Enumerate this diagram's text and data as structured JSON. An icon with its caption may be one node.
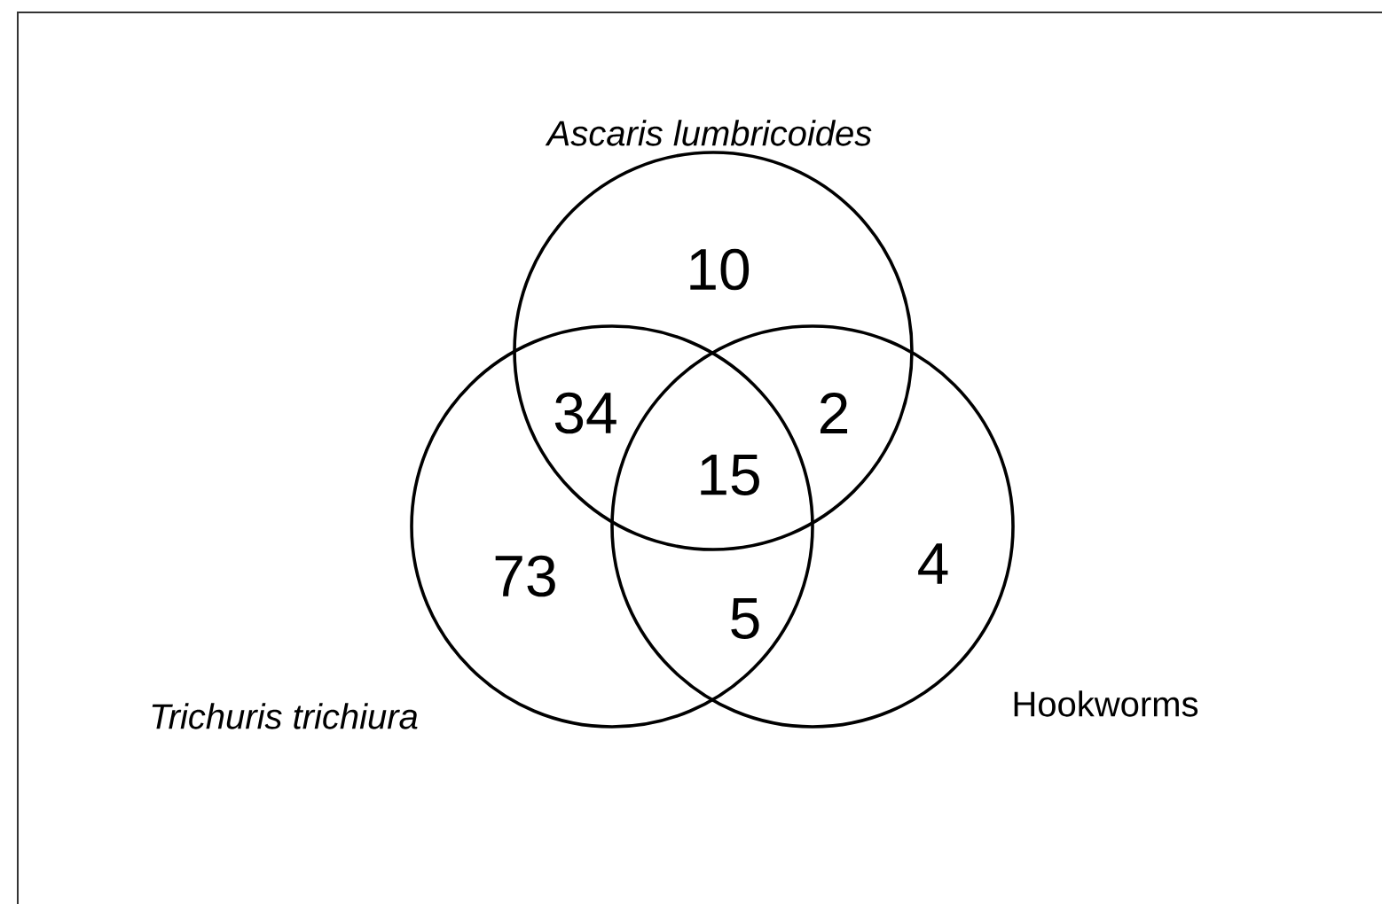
{
  "diagram": {
    "nodes": [
      {
        "text": [
          "Ascaris lumbricoides"
        ]
      },
      {
        "text": [
          "Trichuris  trichiura"
        ]
      },
      {
        "text": [
          "Hookworms"
        ]
      }
    ],
    "labels": [
      "10",
      "34",
      "2",
      "15",
      "73",
      "4",
      "5"
    ]
  }
}
